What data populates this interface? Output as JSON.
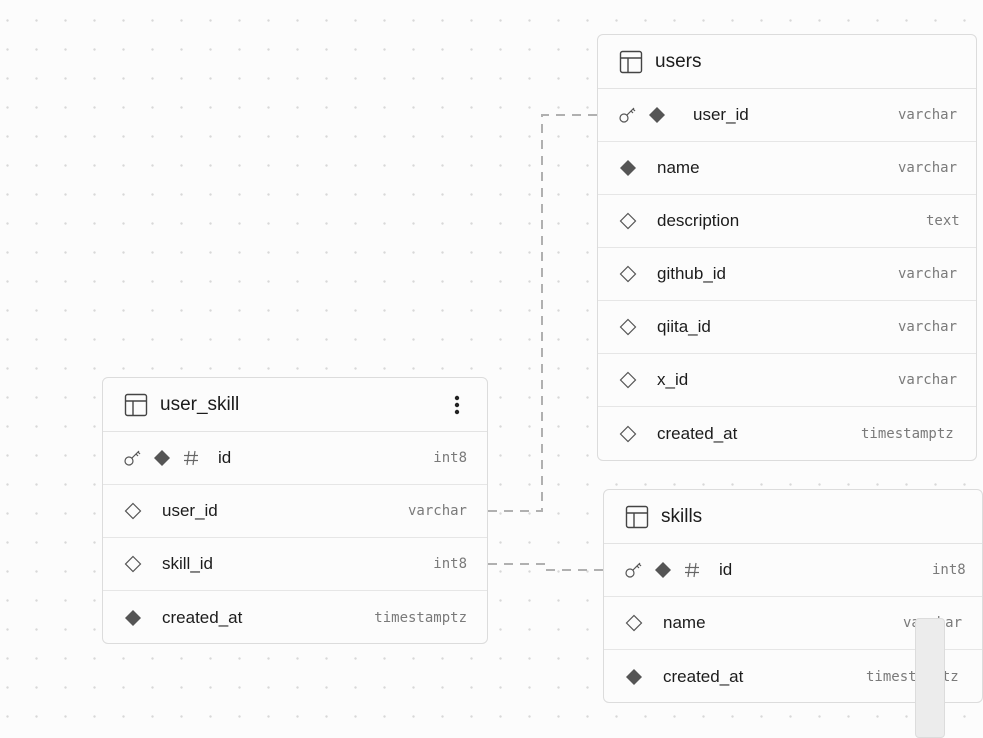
{
  "tables": {
    "user_skill": {
      "name": "user_skill",
      "columns": [
        {
          "name": "id",
          "type": "int8",
          "icons": [
            "key-icon",
            "diamond-filled-icon",
            "hash-icon"
          ]
        },
        {
          "name": "user_id",
          "type": "varchar",
          "icons": [
            "diamond-outline-icon"
          ]
        },
        {
          "name": "skill_id",
          "type": "int8",
          "icons": [
            "diamond-outline-icon"
          ]
        },
        {
          "name": "created_at",
          "type": "timestamptz",
          "icons": [
            "diamond-filled-icon"
          ]
        }
      ]
    },
    "users": {
      "name": "users",
      "columns": [
        {
          "name": "user_id",
          "type": "varchar",
          "icons": [
            "key-icon",
            "diamond-filled-icon"
          ]
        },
        {
          "name": "name",
          "type": "varchar",
          "icons": [
            "diamond-filled-icon"
          ]
        },
        {
          "name": "description",
          "type": "text",
          "icons": [
            "diamond-outline-icon"
          ]
        },
        {
          "name": "github_id",
          "type": "varchar",
          "icons": [
            "diamond-outline-icon"
          ]
        },
        {
          "name": "qiita_id",
          "type": "varchar",
          "icons": [
            "diamond-outline-icon"
          ]
        },
        {
          "name": "x_id",
          "type": "varchar",
          "icons": [
            "diamond-outline-icon"
          ]
        },
        {
          "name": "created_at",
          "type": "timestamptz",
          "icons": [
            "diamond-outline-icon"
          ]
        }
      ]
    },
    "skills": {
      "name": "skills",
      "columns": [
        {
          "name": "id",
          "type": "int8",
          "icons": [
            "key-icon",
            "diamond-filled-icon",
            "hash-icon"
          ]
        },
        {
          "name": "name",
          "type": "varchar",
          "icons": [
            "diamond-outline-icon"
          ]
        },
        {
          "name": "created_at",
          "type": "timestamptz",
          "icons": [
            "diamond-filled-icon"
          ]
        }
      ]
    }
  },
  "relations": [
    {
      "from": "user_skill.user_id",
      "to": "users.user_id"
    },
    {
      "from": "user_skill.skill_id",
      "to": "skills.id"
    }
  ],
  "colors": {
    "node_border": "#dcdcdc",
    "icon": "#555555",
    "type_text": "#7a7a7a",
    "connector": "#b0b0b0"
  }
}
